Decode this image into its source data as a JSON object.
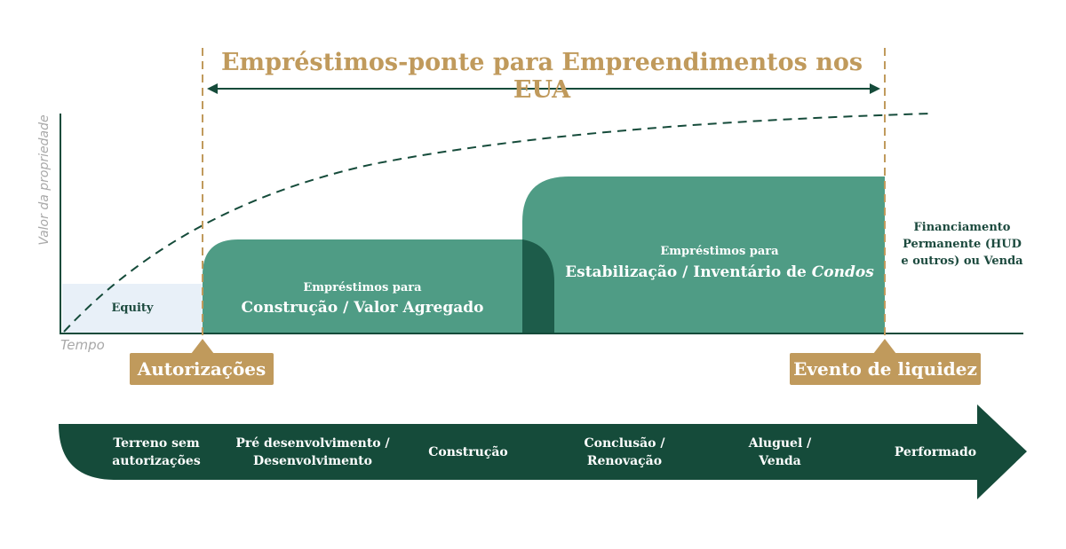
{
  "title": "Empréstimos-ponte para Empreendimentos nos EUA",
  "y_axis_label": "Valor da propriedade",
  "x_axis_label": "Tempo",
  "equity_label": "Equity",
  "construction_loan": {
    "line1": "Empréstimos para",
    "line2": "Construção / Valor Agregado"
  },
  "stabilization_loan": {
    "line1": "Empréstimos para",
    "line2_main": "Estabilização / Inventário de ",
    "line2_italic": "Condos"
  },
  "final_outcome": {
    "line1": "Financiamento",
    "line2": "Permanente (HUD",
    "line3": "e outros) ou Venda"
  },
  "markers": {
    "left": "Autorizações",
    "right": "Evento de liquidez"
  },
  "stages": [
    {
      "line1": "Terreno sem",
      "line2": "autorizações"
    },
    {
      "line1": "Pré desenvolvimento /",
      "line2": "Desenvolvimento"
    },
    {
      "line1": "Construção",
      "line2": ""
    },
    {
      "line1": "Conclusão /",
      "line2": "Renovação"
    },
    {
      "line1": "Aluguel /",
      "line2": "Venda"
    },
    {
      "line1": "Performado",
      "line2": ""
    }
  ],
  "colors": {
    "dark_green": "#154b3a",
    "teal": "#4f9c85",
    "overlap": "#1d5c4a",
    "gold": "#c09a5c",
    "equity_fill": "#e8f0f8"
  }
}
